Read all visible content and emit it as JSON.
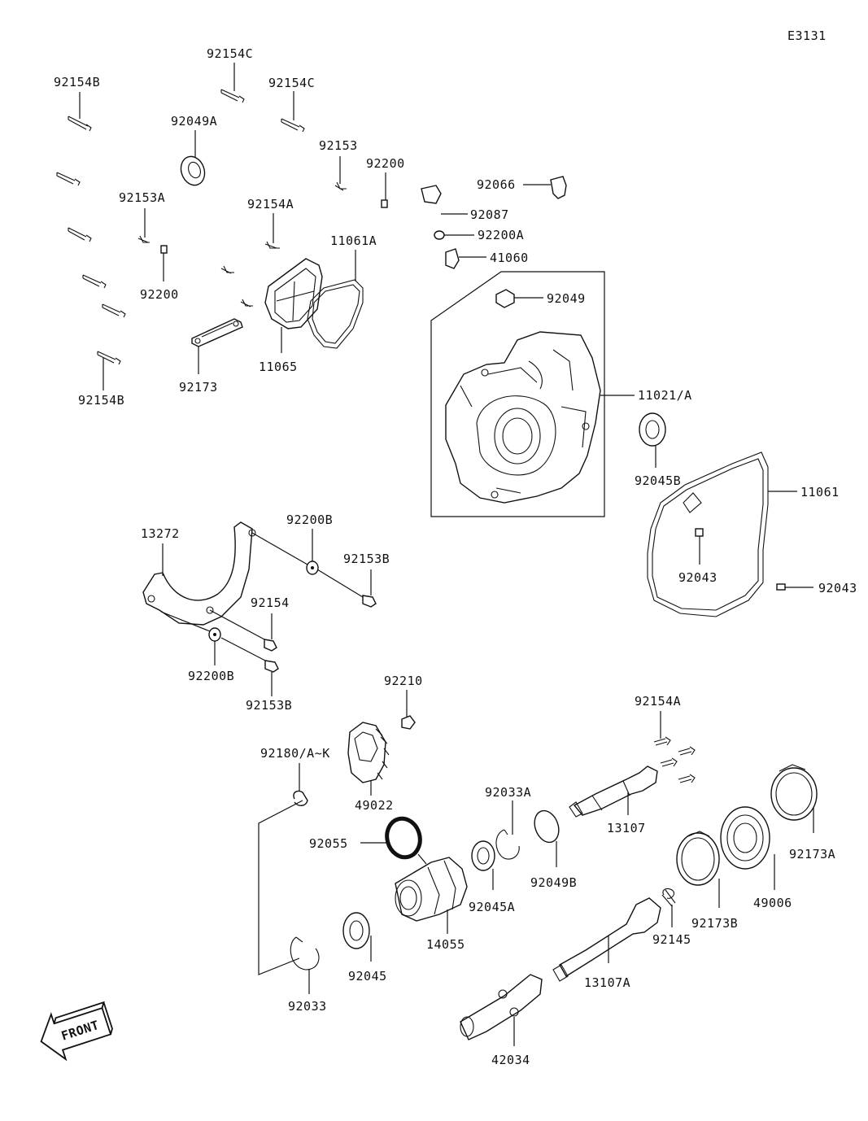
{
  "diagram_code": "E3131",
  "front_label": "FRONT",
  "labels": {
    "p92154B_top": "92154B",
    "p92154C_a": "92154C",
    "p92154C_b": "92154C",
    "p92049A": "92049A",
    "p92153": "92153",
    "p92200_a": "92200",
    "p92066": "92066",
    "p92153A": "92153A",
    "p92154A_top": "92154A",
    "p11061A": "11061A",
    "p92087": "92087",
    "p92200A": "92200A",
    "p41060": "41060",
    "p92200_b": "92200",
    "p92049": "92049",
    "p11065": "11065",
    "p92173": "92173",
    "p92154B_bot": "92154B",
    "p11021A": "11021/A",
    "p92045B": "92045B",
    "p11061": "11061",
    "p13272": "13272",
    "p92200B_a": "92200B",
    "p92153B_a": "92153B",
    "p92043_a": "92043",
    "p92043_b": "92043",
    "p92154": "92154",
    "p92200B_b": "92200B",
    "p92153B_b": "92153B",
    "p92210": "92210",
    "p92154A_bot": "92154A",
    "p92180": "92180/A~K",
    "p49022": "49022",
    "p92033A": "92033A",
    "p13107": "13107",
    "p92055": "92055",
    "p92173A": "92173A",
    "p92049B": "92049B",
    "p92045A": "92045A",
    "p49006": "49006",
    "p14055": "14055",
    "p92173B": "92173B",
    "p92145": "92145",
    "p92045": "92045",
    "p13107A": "13107A",
    "p92033": "92033",
    "p42034": "42034"
  }
}
